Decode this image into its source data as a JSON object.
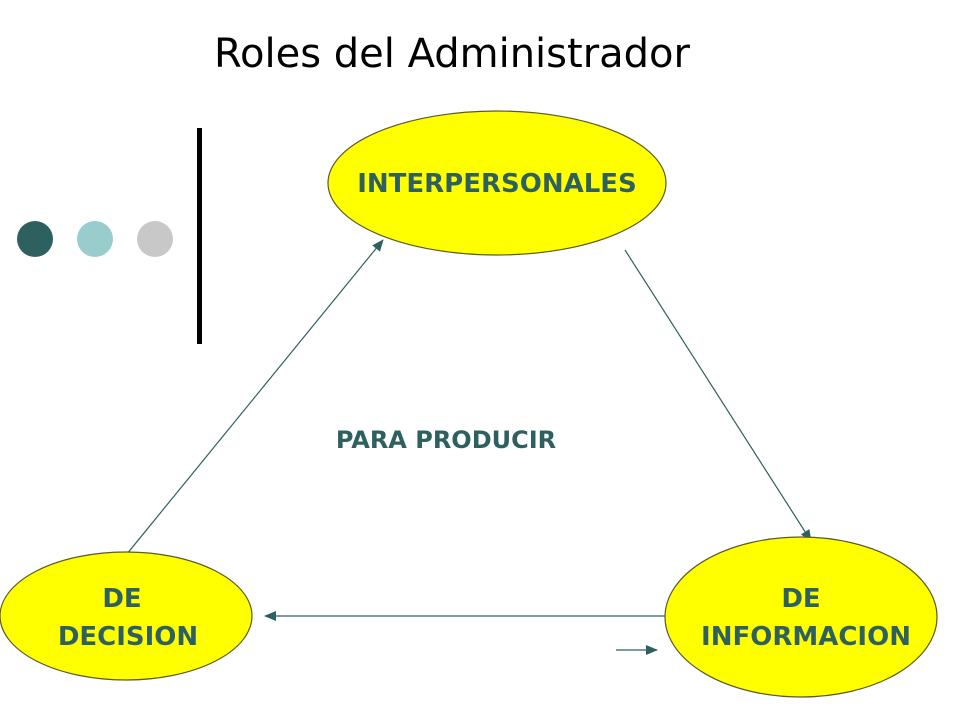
{
  "title": "Roles del Administrador",
  "colors": {
    "node_fill": "#ffff00",
    "node_stroke": "#5a5a28",
    "label_text": "#2f6060",
    "arrow": "#2f6060",
    "dot_1": "#2f6060",
    "dot_2": "#99cccc",
    "dot_3": "#c8c8c8",
    "rule": "#000000"
  },
  "decorations": {
    "dots": [
      "dark-teal",
      "light-teal",
      "grey"
    ]
  },
  "diagram": {
    "center_label": "PARA PRODUCIR",
    "nodes": {
      "interpersonales": {
        "label": "INTERPERSONALES"
      },
      "decision": {
        "line1": "DE",
        "line2": "DECISION"
      },
      "informacion": {
        "line1": "DE",
        "line2": "INFORMACION"
      }
    },
    "edges": [
      {
        "from": "interpersonales",
        "to": "informacion"
      },
      {
        "from": "informacion",
        "to": "decision"
      },
      {
        "from": "decision",
        "to": "interpersonales"
      }
    ]
  }
}
